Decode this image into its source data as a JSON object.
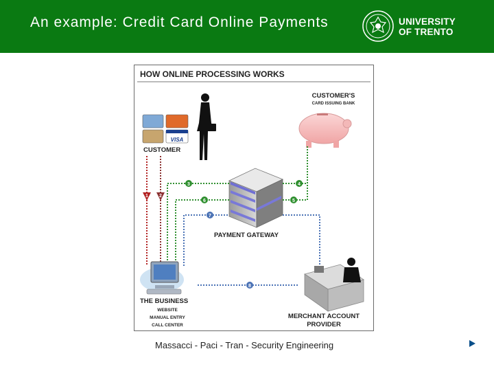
{
  "slide": {
    "title": "An example: Credit Card Online Payments",
    "footer": "Massacci - Paci - Tran - Security Engineering"
  },
  "logo": {
    "line1": "UNIVERSITY",
    "line2": "OF TRENTO"
  },
  "diagram": {
    "heading": "HOW ONLINE PROCESSING WORKS",
    "customer_label": "CUSTOMER",
    "bank_label_1": "CUSTOMER'S",
    "bank_label_2": "CARD ISSUING BANK",
    "gateway_label": "PAYMENT GATEWAY",
    "business_label": "THE BUSINESS",
    "business_sub_1": "WEBSITE",
    "business_sub_2": "MANUAL ENTRY",
    "business_sub_3": "CALL CENTER",
    "merchant_label_1": "MERCHANT ACCOUNT",
    "merchant_label_2": "PROVIDER",
    "card_visa": "VISA",
    "step_numbers": [
      "1",
      "2",
      "3",
      "4",
      "5",
      "6",
      "7",
      "8"
    ]
  },
  "colors": {
    "header_bg": "#0a7a12",
    "flow_green": "#2f8f2f",
    "flow_blue": "#4a72b5",
    "flow_red": "#b22222"
  },
  "icons": {
    "next": "triangle-right-icon",
    "seal": "university-seal-icon"
  }
}
